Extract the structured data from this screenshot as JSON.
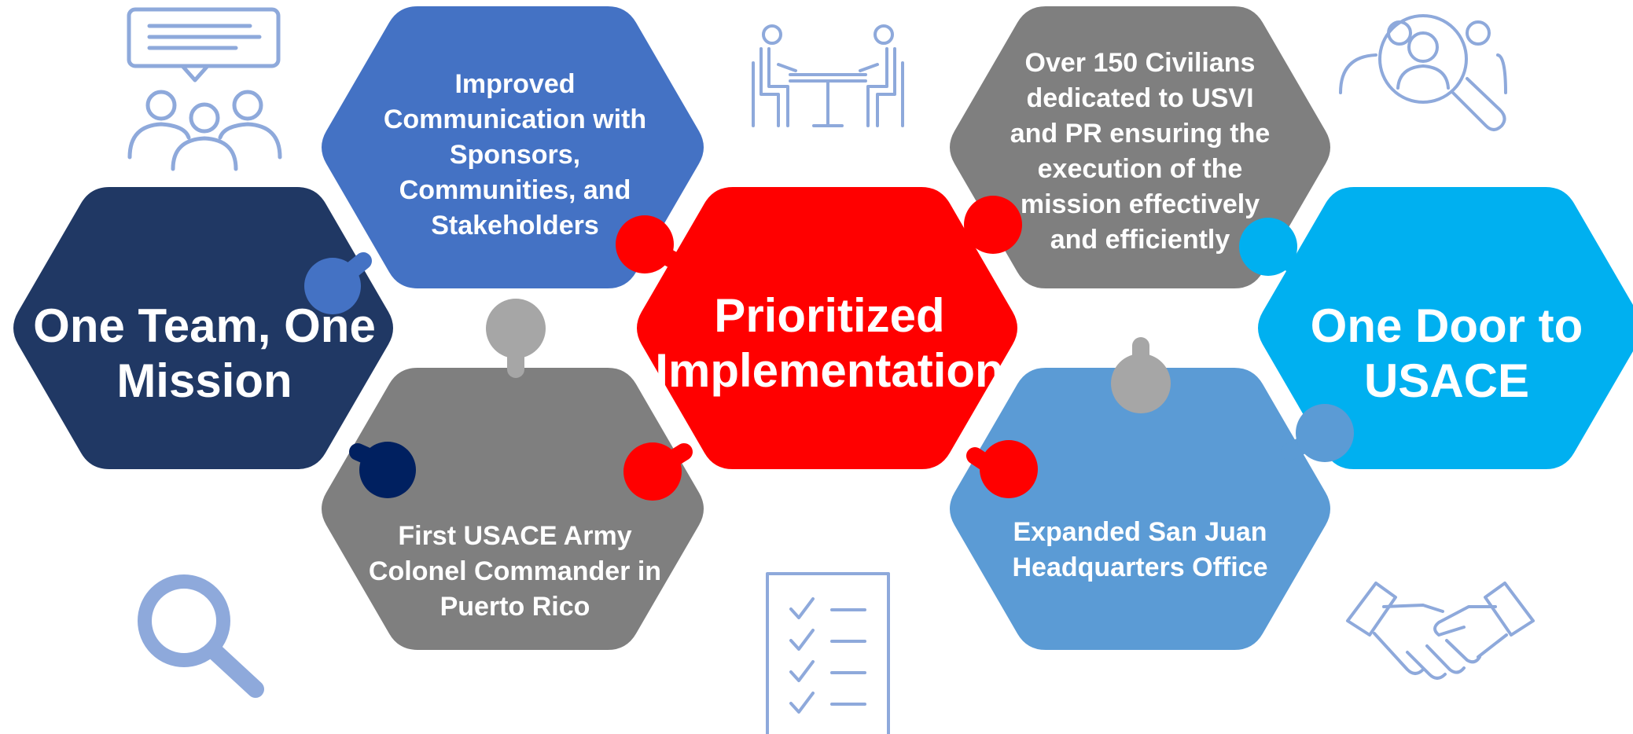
{
  "colors": {
    "navy": "#203864",
    "royal_blue": "#4472C4",
    "gray": "#7F7F7F",
    "red": "#FF0000",
    "steel_blue": "#5B9BD5",
    "cyan": "#00B0F0",
    "icon_blue": "#8EA9DB",
    "connector_gray": "#A6A6A6",
    "connector_dark_navy": "#002060"
  },
  "hexagons": [
    {
      "name": "one-team-one-mission",
      "lines": [
        "One Team, One",
        "Mission"
      ]
    },
    {
      "name": "improved-communication",
      "lines": [
        "Improved",
        "Communication with",
        "Sponsors,",
        "Communities, and",
        "Stakeholders"
      ]
    },
    {
      "name": "first-army-colonel-commander",
      "lines": [
        "First USACE Army",
        "Colonel Commander in",
        "Puerto Rico"
      ]
    },
    {
      "name": "prioritized-implementation",
      "lines": [
        "Prioritized",
        "Implementation"
      ]
    },
    {
      "name": "over-150-civilians",
      "lines": [
        "Over 150 Civilians",
        "dedicated to USVI",
        "and PR ensuring the",
        "execution of the",
        "mission effectively",
        "and efficiently"
      ]
    },
    {
      "name": "expanded-san-juan-hq",
      "lines": [
        "Expanded San Juan",
        "Headquarters Office"
      ]
    },
    {
      "name": "one-door-to-usace",
      "lines": [
        "One Door to",
        "USACE"
      ]
    }
  ],
  "icons": [
    "team-discussion-icon",
    "magnifier-icon",
    "meeting-table-icon",
    "checklist-icon",
    "people-search-icon",
    "handshake-icon"
  ]
}
